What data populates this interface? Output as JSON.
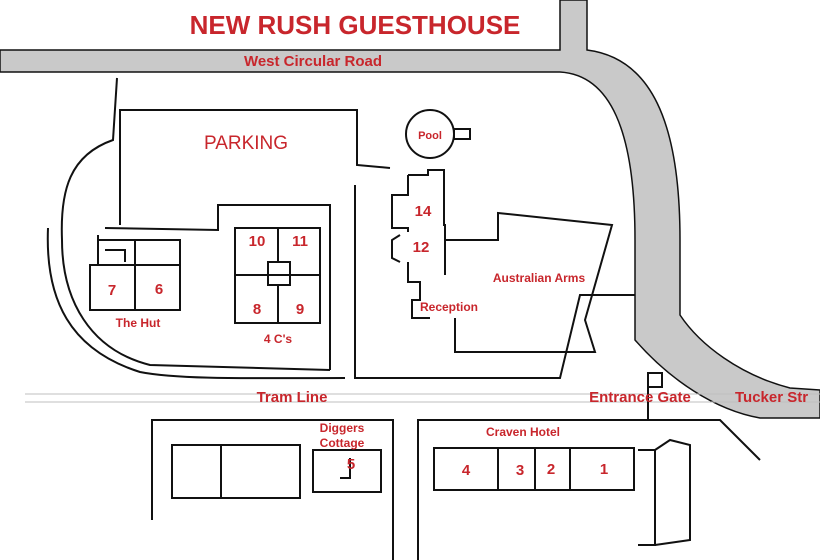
{
  "title": "NEW RUSH GUESTHOUSE",
  "roads": {
    "west_circular": "West Circular Road",
    "tram_line": "Tram Line",
    "tucker": "Tucker Str"
  },
  "areas": {
    "parking": "PARKING",
    "pool": "Pool",
    "australian_arms": "Australian Arms",
    "reception": "Reception",
    "entrance_gate": "Entrance Gate",
    "the_hut": "The Hut",
    "four_cs": "4 C's",
    "diggers_line1": "Diggers",
    "diggers_line2": "Cottage",
    "craven_hotel": "Craven Hotel"
  },
  "rooms": {
    "r1": "1",
    "r2": "2",
    "r3": "3",
    "r4": "4",
    "r5": "5",
    "r6": "6",
    "r7": "7",
    "r8": "8",
    "r9": "9",
    "r10": "10",
    "r11": "11",
    "r12": "12",
    "r14": "14"
  },
  "colors": {
    "label_red": "#c8262c",
    "road_grey": "#c9c9c9",
    "line": "#111111"
  }
}
